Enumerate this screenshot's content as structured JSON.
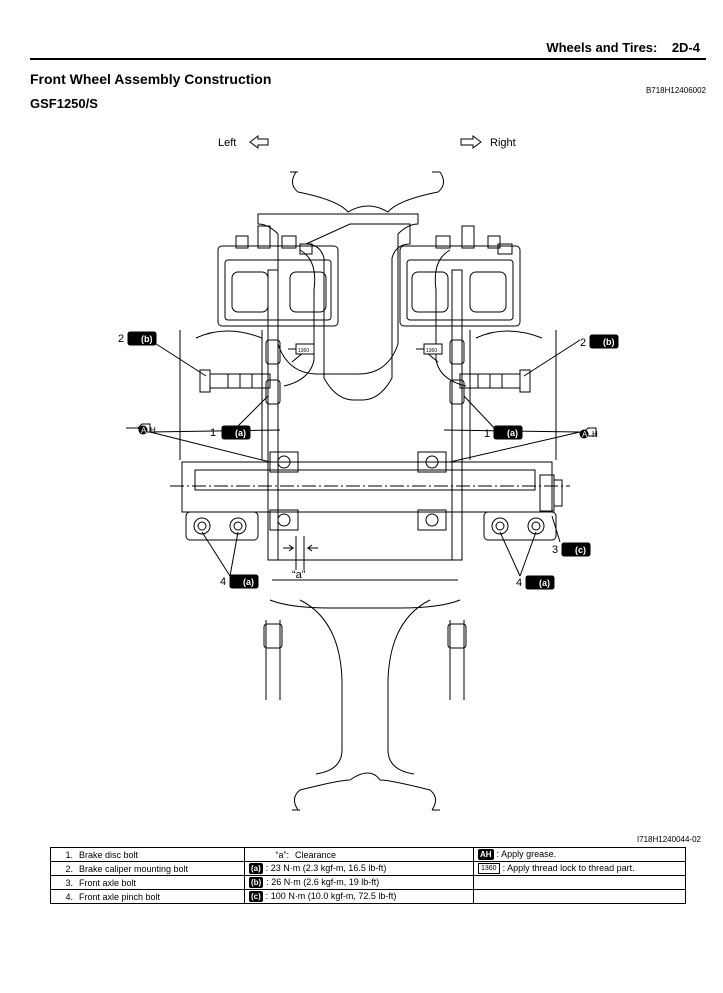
{
  "header": {
    "section": "Wheels and Tires:",
    "page": "2D-4"
  },
  "title": "Front Wheel Assembly Construction",
  "model": "GSF1250/S",
  "code_top": "B718H12406002",
  "code_bottom": "I718H1240044-02",
  "diagram": {
    "left_label": "Left",
    "right_label": "Right",
    "callouts": {
      "n1": "1",
      "n2": "2",
      "n3": "3",
      "n4": "4",
      "ta": "(a)",
      "tb": "(b)",
      "tc": "(c)",
      "grease": "A",
      "grease_h": "H",
      "lock": "1360",
      "clearance": "“a”"
    }
  },
  "legend": {
    "items": [
      {
        "n": "1.",
        "text": "Brake disc bolt"
      },
      {
        "n": "2.",
        "text": "Brake caliper mounting bolt"
      },
      {
        "n": "3.",
        "text": "Front axle bolt"
      },
      {
        "n": "4.",
        "text": "Front axle pinch bolt"
      }
    ],
    "clearance_key": "“a”:",
    "clearance_text": "Clearance",
    "torques": [
      {
        "key": "(a)",
        "text": "23 N·m (2.3 kgf-m, 16.5 lb-ft)"
      },
      {
        "key": "(b)",
        "text": "26 N·m (2.6 kgf-m, 19 lb-ft)"
      },
      {
        "key": "(c)",
        "text": "100 N·m (10.0 kgf-m, 72.5 lb-ft)"
      }
    ],
    "grease_icon": "AH",
    "grease_text": "Apply grease.",
    "lock_icon": "1360",
    "lock_text": "Apply thread lock to thread part."
  }
}
